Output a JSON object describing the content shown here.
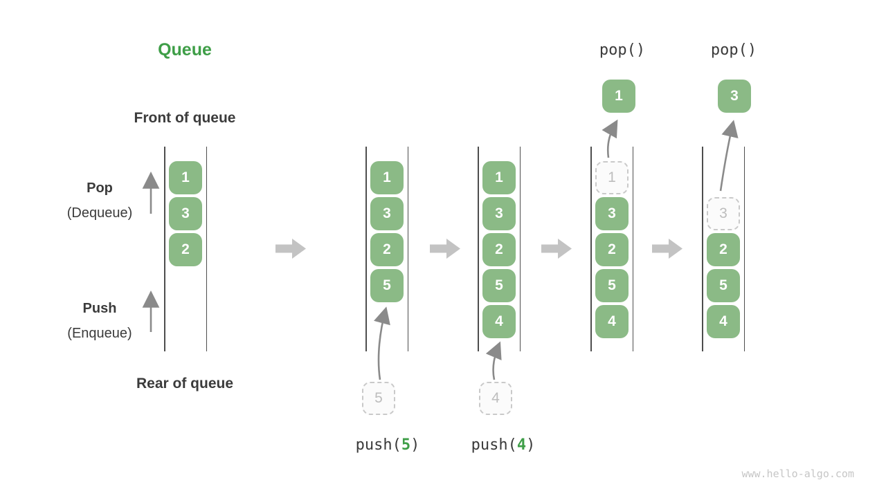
{
  "title": "Queue",
  "watermark": "www.hello-algo.com",
  "colors": {
    "box_green": "#8bba86",
    "accent_green": "#3e9e47",
    "dark_text": "#3b3b3b",
    "thin_arrow_gray": "#8a8a8a",
    "block_arrow_gray": "#c3c3c3",
    "dashed_border": "#c9c9c9",
    "dashed_text": "#bdbdbd",
    "column_line": "#4d4d4d",
    "watermark_gray": "#c6c6c6"
  },
  "side_labels": {
    "front": "Front of queue",
    "rear": "Rear of queue",
    "pop": "Pop",
    "pop_sub": "(Dequeue)",
    "push": "Push",
    "push_sub": "(Enqueue)"
  },
  "operations": {
    "push5": {
      "name": "push(",
      "arg": "5",
      "close": ")"
    },
    "push4": {
      "name": "push(",
      "arg": "4",
      "close": ")"
    },
    "pop_first": "pop()",
    "pop_second": "pop()"
  },
  "columns": [
    {
      "items": [
        "1",
        "3",
        "2"
      ]
    },
    {
      "items": [
        "1",
        "3",
        "2",
        "5"
      ],
      "incoming": "5"
    },
    {
      "items": [
        "1",
        "3",
        "2",
        "5",
        "4"
      ],
      "incoming": "4"
    },
    {
      "items": [
        "3",
        "2",
        "5",
        "4"
      ],
      "ghost": "1",
      "popped": "1"
    },
    {
      "items": [
        "2",
        "5",
        "4"
      ],
      "ghost": "3",
      "popped": "3"
    }
  ]
}
